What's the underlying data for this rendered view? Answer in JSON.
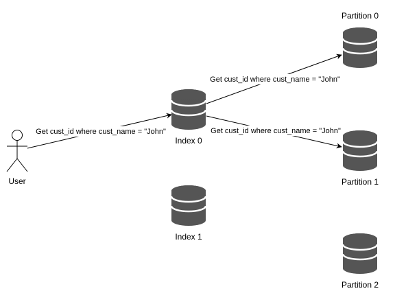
{
  "colors": {
    "database": "#555555",
    "database_band": "#ffffff",
    "line": "#000000",
    "actor": "#000000"
  },
  "nodes": {
    "user": {
      "label": "User",
      "icon": "user-actor-icon"
    },
    "index0": {
      "label": "Index 0",
      "icon": "database-icon"
    },
    "index1": {
      "label": "Index 1",
      "icon": "database-icon"
    },
    "partition0": {
      "label": "Partition 0",
      "icon": "database-icon"
    },
    "partition1": {
      "label": "Partition 1",
      "icon": "database-icon"
    },
    "partition2": {
      "label": "Partition 2",
      "icon": "database-icon"
    }
  },
  "edges": {
    "user_to_index0": "Get cust_id where cust_name = \"John\"",
    "index0_to_partition0": "Get cust_id where cust_name = \"John\"",
    "index0_to_partition1": "Get cust_id where cust_name = \"John\""
  }
}
